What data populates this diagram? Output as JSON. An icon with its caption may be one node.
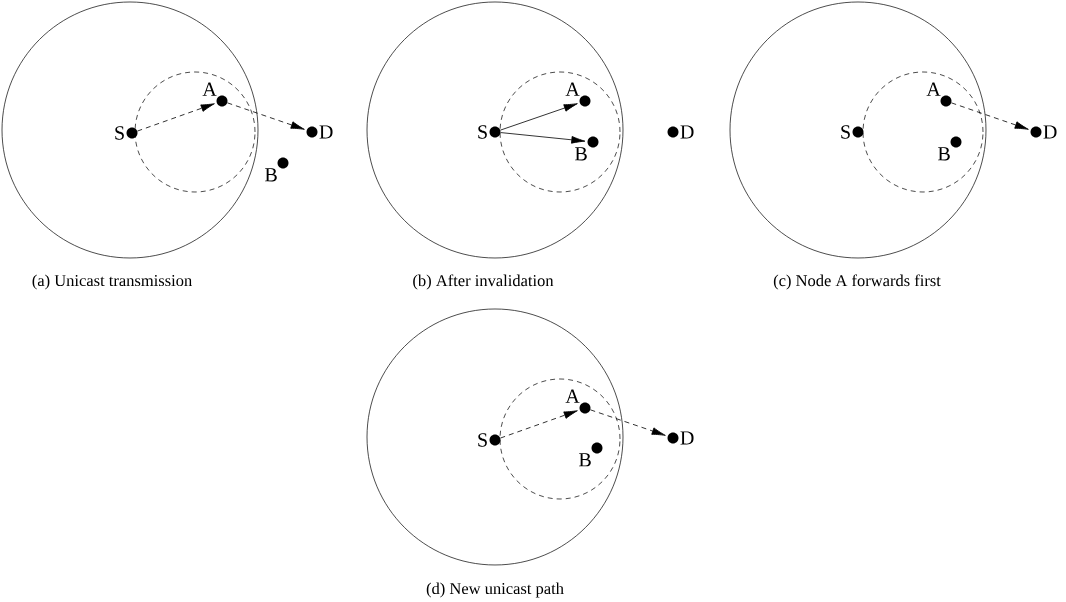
{
  "diagram": {
    "nodes": [
      {
        "text": [],
        "shape": "circle"
      },
      {
        "text": [],
        "shape": "circle",
        "in": 0
      },
      {
        "text": [
          "S"
        ],
        "in": 0
      },
      {
        "text": [
          "A"
        ],
        "in": 1
      },
      {
        "text": [
          "B"
        ]
      },
      {
        "text": [
          "D"
        ]
      },
      {
        "text": [],
        "shape": "circle"
      },
      {
        "text": [],
        "shape": "circle",
        "in": 6
      },
      {
        "text": [
          "S"
        ],
        "in": 6
      },
      {
        "text": [
          "A"
        ],
        "in": 7
      },
      {
        "text": [
          "B"
        ],
        "in": 7
      },
      {
        "text": [
          "D"
        ]
      },
      {
        "text": [],
        "shape": "circle"
      },
      {
        "text": [],
        "shape": "circle",
        "in": 12
      },
      {
        "text": [
          "S"
        ],
        "in": 12
      },
      {
        "text": [
          "A"
        ],
        "in": 13
      },
      {
        "text": [
          "B"
        ],
        "in": 13
      },
      {
        "text": [
          "D"
        ]
      },
      {
        "text": [],
        "shape": "circle"
      },
      {
        "text": [],
        "shape": "circle",
        "in": 18
      },
      {
        "text": [
          "S"
        ],
        "in": 18
      },
      {
        "text": [
          "A"
        ],
        "in": 19
      },
      {
        "text": [
          "B"
        ],
        "in": 19
      },
      {
        "text": [
          "D"
        ]
      }
    ],
    "edges": [
      {
        "from": 2,
        "to": 3,
        "arrow": "to",
        "style": "dashed"
      },
      {
        "from": 3,
        "to": 5,
        "arrow": "to",
        "style": "dashed"
      },
      {
        "from": 8,
        "to": 9,
        "arrow": "to"
      },
      {
        "from": 8,
        "to": 10,
        "arrow": "to"
      },
      {
        "from": 15,
        "to": 17,
        "arrow": "to",
        "style": "dashed"
      },
      {
        "from": 20,
        "to": 21,
        "arrow": "to",
        "style": "dashed"
      },
      {
        "from": 21,
        "to": 23,
        "arrow": "to",
        "style": "dashed"
      }
    ],
    "labels": [
      "(a)  Unicast transmission",
      "(b)  After invalidation",
      "(c)  Node A forwards first",
      "(d)  New unicast path"
    ]
  }
}
